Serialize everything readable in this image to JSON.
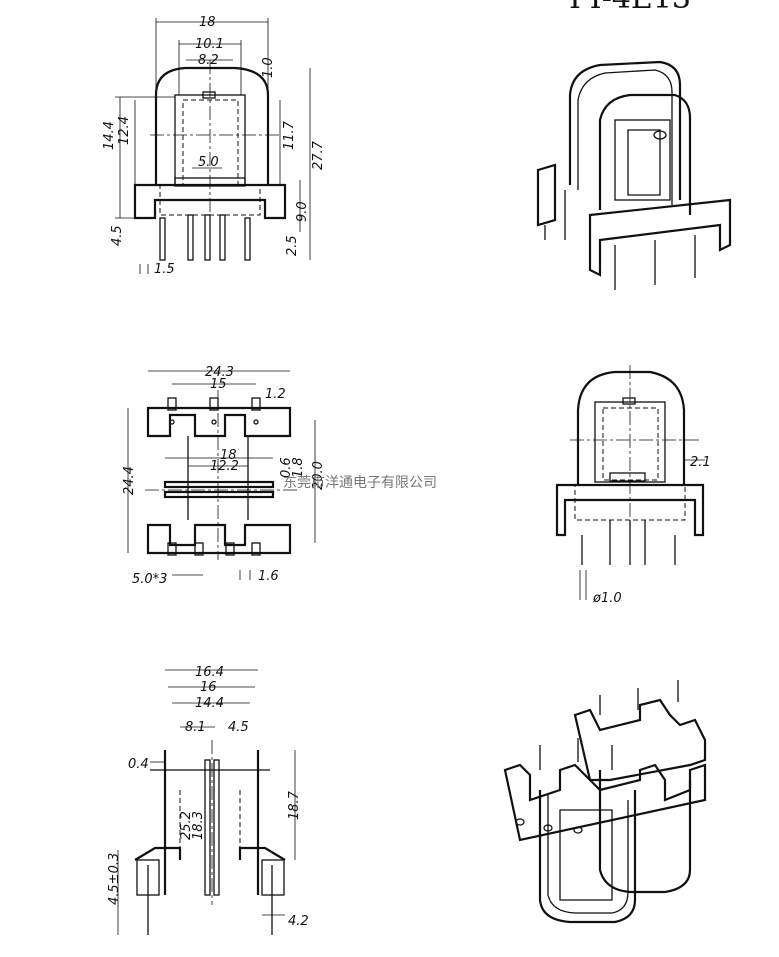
{
  "header": {
    "partial_title": "TT-4E13"
  },
  "watermark": "东莞市洋通电子有限公司",
  "views": {
    "top_left": {
      "w": "18",
      "a": "10.1",
      "b": "8.2",
      "c": "1.0",
      "h1": "14.4",
      "h2": "12.4",
      "h3": "11.7",
      "h4": "27.7",
      "p": "5.0",
      "g": "9.0",
      "e": "4.5",
      "f": "2.5",
      "s": "1.5"
    },
    "middle_left": {
      "w": "24.3",
      "p": "15",
      "t": "1.2",
      "w2": "18",
      "w3": "12.2",
      "v1": "0.6",
      "v2": "1.8",
      "h": "20.0",
      "h2": "24.4",
      "pp": "5.0*3",
      "pd": "1.6"
    },
    "middle_right": {
      "g": "2.1",
      "d": "ø1.0"
    },
    "bottom_left": {
      "w1": "16.4",
      "w2": "16",
      "w3": "14.4",
      "a": "8.1",
      "b": "4.5",
      "c": "0.4",
      "h1": "25.2",
      "h2": "18.3",
      "h3": "18.7",
      "f": "4.5±0.3",
      "g": "4.2"
    }
  }
}
